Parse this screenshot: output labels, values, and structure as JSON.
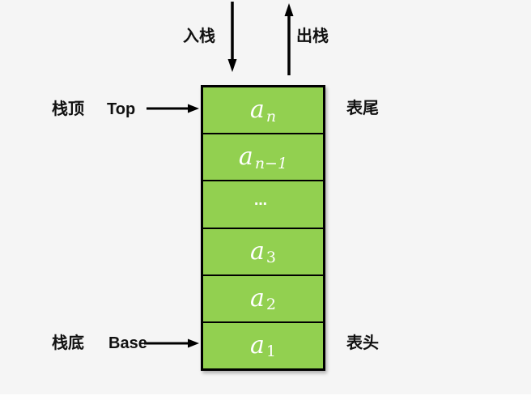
{
  "labels": {
    "push": "入栈",
    "pop": "出栈",
    "top_cn": "栈顶",
    "top_en": "Top",
    "base_cn": "栈底",
    "base_en": "Base",
    "tail": "表尾",
    "head": "表头"
  },
  "stack": {
    "cells": [
      {
        "base": "a",
        "sub": "n"
      },
      {
        "base": "a",
        "sub": "n−1"
      },
      {
        "base": "…",
        "sub": ""
      },
      {
        "base": "a",
        "sub": "3"
      },
      {
        "base": "a",
        "sub": "2"
      },
      {
        "base": "a",
        "sub": "1"
      }
    ]
  },
  "colors": {
    "cell_fill": "#92D050",
    "stroke": "#000000",
    "background": "#F5F5F5",
    "cell_text": "#FFFFFF",
    "label_text": "#111111"
  }
}
